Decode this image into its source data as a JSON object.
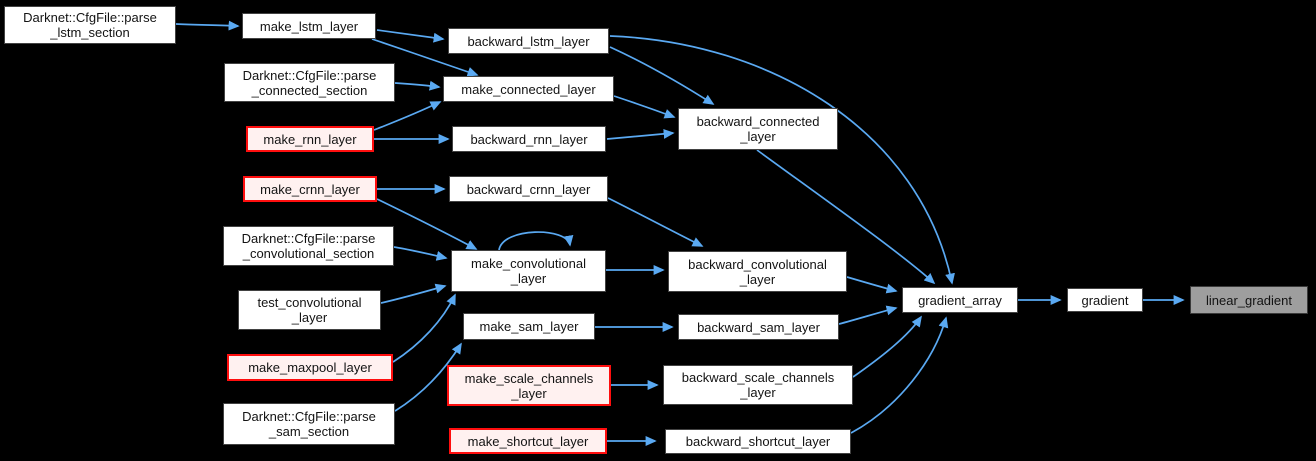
{
  "diagram": {
    "type": "call-graph",
    "colors": {
      "background": "#000000",
      "edge": "#5aa9f2",
      "node_fill": "#ffffff",
      "node_border": "#424242",
      "highlight_border": "#ff0e0e",
      "highlight_fill": "#fff1f0",
      "current_node_fill": "#9e9e9e",
      "text": "#131313"
    },
    "nodes": {
      "parse_lstm_section": {
        "lines": [
          "Darknet::CfgFile::parse",
          "_lstm_section"
        ],
        "style": "default"
      },
      "make_lstm_layer": {
        "lines": [
          "make_lstm_layer"
        ],
        "style": "default"
      },
      "backward_lstm_layer": {
        "lines": [
          "backward_lstm_layer"
        ],
        "style": "default"
      },
      "parse_connected_section": {
        "lines": [
          "Darknet::CfgFile::parse",
          "_connected_section"
        ],
        "style": "default"
      },
      "make_connected_layer": {
        "lines": [
          "make_connected_layer"
        ],
        "style": "default"
      },
      "make_rnn_layer": {
        "lines": [
          "make_rnn_layer"
        ],
        "style": "highlighted-red"
      },
      "backward_rnn_layer": {
        "lines": [
          "backward_rnn_layer"
        ],
        "style": "default"
      },
      "make_crnn_layer": {
        "lines": [
          "make_crnn_layer"
        ],
        "style": "highlighted-red"
      },
      "backward_crnn_layer": {
        "lines": [
          "backward_crnn_layer"
        ],
        "style": "default"
      },
      "backward_connected_layer": {
        "lines": [
          "backward_connected",
          "_layer"
        ],
        "style": "default"
      },
      "parse_convolutional_section": {
        "lines": [
          "Darknet::CfgFile::parse",
          "_convolutional_section"
        ],
        "style": "default"
      },
      "make_convolutional_layer": {
        "lines": [
          "make_convolutional",
          "_layer"
        ],
        "style": "default"
      },
      "test_convolutional_layer": {
        "lines": [
          "test_convolutional",
          "_layer"
        ],
        "style": "default"
      },
      "make_maxpool_layer": {
        "lines": [
          "make_maxpool_layer"
        ],
        "style": "highlighted-red"
      },
      "parse_sam_section": {
        "lines": [
          "Darknet::CfgFile::parse",
          "_sam_section"
        ],
        "style": "default"
      },
      "make_sam_layer": {
        "lines": [
          "make_sam_layer"
        ],
        "style": "default"
      },
      "make_scale_channels_layer": {
        "lines": [
          "make_scale_channels",
          "_layer"
        ],
        "style": "highlighted-red"
      },
      "make_shortcut_layer": {
        "lines": [
          "make_shortcut_layer"
        ],
        "style": "highlighted-red"
      },
      "backward_convolutional_layer": {
        "lines": [
          "backward_convolutional",
          "_layer"
        ],
        "style": "default"
      },
      "backward_sam_layer": {
        "lines": [
          "backward_sam_layer"
        ],
        "style": "default"
      },
      "backward_scale_channels_layer": {
        "lines": [
          "backward_scale_channels",
          "_layer"
        ],
        "style": "default"
      },
      "backward_shortcut_layer": {
        "lines": [
          "backward_shortcut_layer"
        ],
        "style": "default"
      },
      "gradient_array": {
        "lines": [
          "gradient_array"
        ],
        "style": "default"
      },
      "gradient": {
        "lines": [
          "gradient"
        ],
        "style": "default"
      },
      "linear_gradient": {
        "lines": [
          "linear_gradient"
        ],
        "style": "current"
      }
    },
    "edges": [
      {
        "from": "parse_lstm_section",
        "to": "make_lstm_layer"
      },
      {
        "from": "make_lstm_layer",
        "to": "backward_lstm_layer"
      },
      {
        "from": "make_lstm_layer",
        "to": "make_connected_layer"
      },
      {
        "from": "parse_connected_section",
        "to": "make_connected_layer"
      },
      {
        "from": "make_rnn_layer",
        "to": "make_connected_layer"
      },
      {
        "from": "make_rnn_layer",
        "to": "backward_rnn_layer"
      },
      {
        "from": "make_crnn_layer",
        "to": "backward_crnn_layer"
      },
      {
        "from": "make_crnn_layer",
        "to": "make_convolutional_layer"
      },
      {
        "from": "backward_lstm_layer",
        "to": "backward_connected_layer"
      },
      {
        "from": "backward_lstm_layer",
        "to": "gradient_array"
      },
      {
        "from": "make_connected_layer",
        "to": "backward_connected_layer"
      },
      {
        "from": "backward_rnn_layer",
        "to": "backward_connected_layer"
      },
      {
        "from": "backward_connected_layer",
        "to": "gradient_array"
      },
      {
        "from": "backward_crnn_layer",
        "to": "backward_convolutional_layer"
      },
      {
        "from": "parse_convolutional_section",
        "to": "make_convolutional_layer"
      },
      {
        "from": "test_convolutional_layer",
        "to": "make_convolutional_layer"
      },
      {
        "from": "make_maxpool_layer",
        "to": "make_convolutional_layer"
      },
      {
        "from": "parse_sam_section",
        "to": "make_sam_layer"
      },
      {
        "from": "make_convolutional_layer",
        "to": "make_convolutional_layer"
      },
      {
        "from": "make_convolutional_layer",
        "to": "backward_convolutional_layer"
      },
      {
        "from": "backward_convolutional_layer",
        "to": "gradient_array"
      },
      {
        "from": "make_sam_layer",
        "to": "backward_sam_layer"
      },
      {
        "from": "backward_sam_layer",
        "to": "gradient_array"
      },
      {
        "from": "make_scale_channels_layer",
        "to": "backward_scale_channels_layer"
      },
      {
        "from": "backward_scale_channels_layer",
        "to": "gradient_array"
      },
      {
        "from": "make_shortcut_layer",
        "to": "backward_shortcut_layer"
      },
      {
        "from": "backward_shortcut_layer",
        "to": "gradient_array"
      },
      {
        "from": "gradient_array",
        "to": "gradient"
      },
      {
        "from": "gradient",
        "to": "linear_gradient"
      }
    ]
  }
}
